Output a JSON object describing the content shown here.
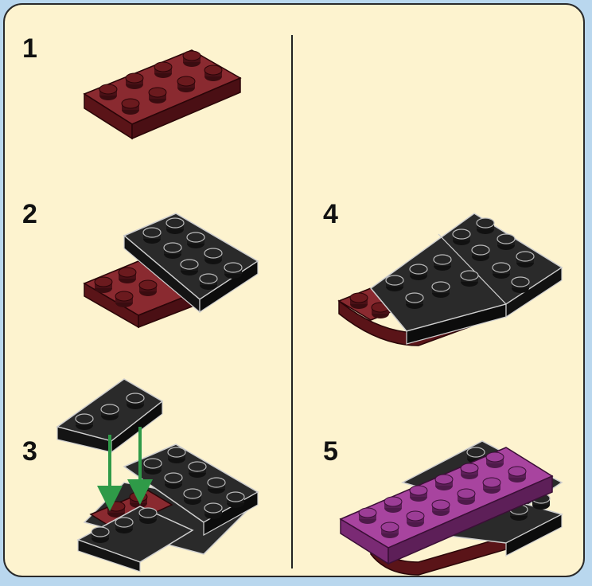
{
  "steps": [
    {
      "number": "1",
      "label": "step-1"
    },
    {
      "number": "2",
      "label": "step-2"
    },
    {
      "number": "3",
      "label": "step-3"
    },
    {
      "number": "4",
      "label": "step-4"
    },
    {
      "number": "5",
      "label": "step-5"
    }
  ],
  "colors": {
    "background": "#b9d7ee",
    "panel": "#fdf3cf",
    "dark_red_brick": "#6b1a1e",
    "black_brick": "#222222",
    "magenta_brick": "#9c3d96",
    "arrow": "#2f9a48"
  }
}
